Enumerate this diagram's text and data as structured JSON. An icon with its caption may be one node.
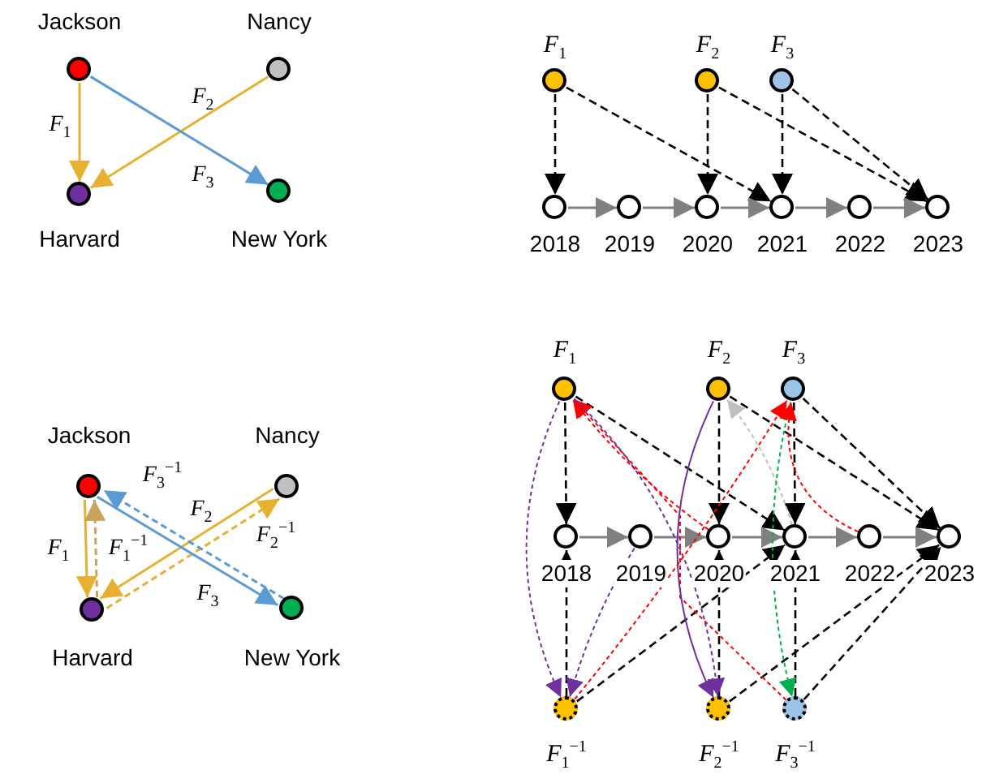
{
  "diagram": {
    "nodes": [
      {
        "text": [
          "Jackson"
        ]
      },
      {
        "text": [
          "Nancy"
        ]
      },
      {
        "text": [
          "Harvard"
        ]
      },
      {
        "text": [
          "New York"
        ]
      },
      {
        "text": [
          "*F*$_{1}$"
        ]
      },
      {
        "text": [
          "*F*$_{2}$"
        ]
      },
      {
        "text": [
          "*F*$_{3}$"
        ]
      },
      {
        "text": [
          "2018"
        ]
      },
      {
        "text": [
          "2019"
        ]
      },
      {
        "text": [
          "2020"
        ]
      },
      {
        "text": [
          "2021"
        ]
      },
      {
        "text": [
          "2022"
        ]
      },
      {
        "text": [
          "2023"
        ]
      },
      {
        "text": [
          "Jackson"
        ]
      },
      {
        "text": [
          "Nancy"
        ]
      },
      {
        "text": [
          "Harvard"
        ]
      },
      {
        "text": [
          "New York"
        ]
      },
      {
        "text": [
          "*F*$_{1}$"
        ]
      },
      {
        "text": [
          "*F*$_{2}$"
        ]
      },
      {
        "text": [
          "*F*$_{3}$"
        ]
      },
      {
        "text": [
          "2018"
        ]
      },
      {
        "text": [
          "2019"
        ]
      },
      {
        "text": [
          "2020"
        ]
      },
      {
        "text": [
          "2021"
        ]
      },
      {
        "text": [
          "2022"
        ]
      },
      {
        "text": [
          "2023"
        ]
      },
      {
        "text": [
          "*F*$_{1}$$^{−1}$"
        ]
      },
      {
        "text": [
          "*F*$_{2}$$^{−1}$"
        ]
      },
      {
        "text": [
          "*F*$_{3}$$^{−1}$"
        ]
      }
    ],
    "edges": [
      {
        "from": 0,
        "to": 2,
        "arrow": "to",
        "label": "*F*$_{1}$",
        "color": "#e8b030"
      },
      {
        "from": 1,
        "to": 2,
        "arrow": "to",
        "label": "*F*$_{2}$",
        "color": "#e8b030"
      },
      {
        "from": 0,
        "to": 3,
        "arrow": "to",
        "label": "*F*$_{3}$",
        "color": "#5b9bd5"
      },
      {
        "from": 4,
        "to": 7,
        "arrow": "to",
        "style": "dashed"
      },
      {
        "from": 4,
        "to": 10,
        "arrow": "to",
        "style": "dashed"
      },
      {
        "from": 5,
        "to": 9,
        "arrow": "to",
        "style": "dashed"
      },
      {
        "from": 5,
        "to": 12,
        "arrow": "to",
        "style": "dashed"
      },
      {
        "from": 6,
        "to": 10,
        "arrow": "to",
        "style": "dashed"
      },
      {
        "from": 6,
        "to": 12,
        "arrow": "to",
        "style": "dashed"
      },
      {
        "from": 7,
        "to": 8,
        "arrow": "to",
        "color": "#808080"
      },
      {
        "from": 8,
        "to": 9,
        "arrow": "to",
        "color": "#808080"
      },
      {
        "from": 9,
        "to": 10,
        "arrow": "to",
        "color": "#808080"
      },
      {
        "from": 10,
        "to": 11,
        "arrow": "to",
        "color": "#808080"
      },
      {
        "from": 11,
        "to": 12,
        "arrow": "to",
        "color": "#808080"
      },
      {
        "from": 13,
        "to": 15,
        "arrow": "to",
        "label": "*F*$_{1}$",
        "color": "#e8b030"
      },
      {
        "from": 15,
        "to": 13,
        "arrow": "to",
        "label": "*F*$_{1}$$^{−1}$",
        "style": "dashed",
        "color": "#c9a45a"
      },
      {
        "from": 14,
        "to": 15,
        "arrow": "to",
        "label": "*F*$_{2}$",
        "color": "#e8b030"
      },
      {
        "from": 15,
        "to": 14,
        "arrow": "to",
        "label": "*F*$_{2}$$^{−1}$",
        "style": "dashed",
        "color": "#e8b030"
      },
      {
        "from": 13,
        "to": 16,
        "arrow": "to",
        "label": "*F*$_{3}$",
        "color": "#5b9bd5"
      },
      {
        "from": 16,
        "to": 13,
        "arrow": "to",
        "label": "*F*$_{3}$$^{−1}$",
        "style": "dashed",
        "color": "#5b9bd5"
      },
      {
        "from": 17,
        "to": 20,
        "arrow": "to",
        "style": "dashed"
      },
      {
        "from": 17,
        "to": 23,
        "arrow": "to",
        "style": "dashed"
      },
      {
        "from": 18,
        "to": 22,
        "arrow": "to",
        "style": "dashed"
      },
      {
        "from": 18,
        "to": 25,
        "arrow": "to",
        "style": "dashed"
      },
      {
        "from": 19,
        "to": 23,
        "arrow": "to",
        "style": "dashed"
      },
      {
        "from": 19,
        "to": 25,
        "arrow": "to",
        "style": "dashed"
      },
      {
        "from": 20,
        "to": 21,
        "arrow": "to",
        "color": "#808080"
      },
      {
        "from": 21,
        "to": 22,
        "arrow": "to",
        "color": "#808080"
      },
      {
        "from": 22,
        "to": 23,
        "arrow": "to",
        "color": "#808080"
      },
      {
        "from": 23,
        "to": 24,
        "arrow": "to",
        "color": "#808080"
      },
      {
        "from": 24,
        "to": 25,
        "arrow": "to",
        "color": "#808080"
      },
      {
        "from": 26,
        "to": 20,
        "arrow": "to",
        "style": "dashed"
      },
      {
        "from": 26,
        "to": 23,
        "arrow": "to",
        "style": "dashed"
      },
      {
        "from": 27,
        "to": 22,
        "arrow": "to",
        "style": "dashed"
      },
      {
        "from": 27,
        "to": 25,
        "arrow": "to",
        "style": "dashed"
      },
      {
        "from": 28,
        "to": 23,
        "arrow": "to",
        "style": "dashed"
      },
      {
        "from": 28,
        "to": 25,
        "arrow": "to",
        "style": "dashed"
      },
      {
        "from": 22,
        "to": 17,
        "arrow": "to",
        "style": "dashed",
        "color": "#ff0000"
      },
      {
        "from": 28,
        "to": 17,
        "arrow": "to",
        "style": "dashed",
        "color": "#ff0000"
      },
      {
        "from": 17,
        "to": 26,
        "arrow": "to",
        "style": "dashed",
        "color": "#7030a0"
      },
      {
        "from": 21,
        "to": 26,
        "arrow": "to",
        "style": "dashed",
        "color": "#7030a0"
      },
      {
        "from": 18,
        "to": 27,
        "arrow": "to",
        "color": "#7030a0"
      },
      {
        "from": 17,
        "to": 27,
        "arrow": "to",
        "style": "dashed",
        "color": "#7030a0"
      },
      {
        "from": 23,
        "to": 18,
        "arrow": "to",
        "style": "dashed",
        "color": "#bfbfbf"
      },
      {
        "from": 19,
        "to": 28,
        "arrow": "to",
        "style": "dashed",
        "color": "#00b050"
      },
      {
        "from": 26,
        "to": 19,
        "arrow": "to",
        "style": "dashed",
        "color": "#ff0000"
      },
      {
        "from": 24,
        "to": 19,
        "arrow": "to",
        "style": "dashed",
        "color": "#ff0000"
      }
    ]
  }
}
